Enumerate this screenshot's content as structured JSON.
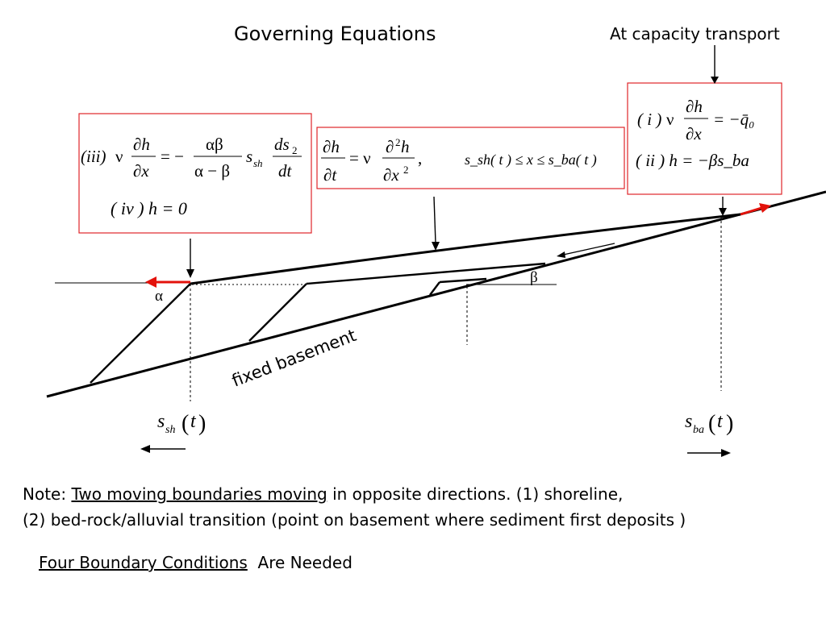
{
  "title": "Governing Equations",
  "callout_label": "At capacity transport",
  "labels": {
    "alpha": "α",
    "beta": "β",
    "fixed_basement": "fixed basement",
    "s_sh_main": "s",
    "s_sh_sub": "sh",
    "s_ba_main": "s",
    "s_ba_sub": "ba",
    "t_arg": "t"
  },
  "equations": {
    "left_box": {
      "eq3_tag": "(iii)",
      "eq4": "( iv ) h = 0"
    },
    "middle_box": {
      "domain": "s_sh( t ) ≤ x ≤ s_ba( t )"
    },
    "right_box": {
      "eq1_tag": "( i )",
      "eq1_rhs": "= −q̄₀",
      "eq2": "( ii ) h = −βs_ba"
    }
  },
  "note": {
    "prefix": "Note: ",
    "underlined": "Two moving boundaries moving",
    "rest": " in opposite directions. (1) shoreline,",
    "line2": "(2) bed-rock/alluvial transition (point on basement where sediment first deposits )"
  },
  "conclusion": {
    "underlined": "Four Boundary Conditions",
    "rest": "  Are Needed"
  },
  "colors": {
    "box_border": "#e0262a",
    "arrow_red": "#e3120b",
    "ink": "#000000"
  }
}
